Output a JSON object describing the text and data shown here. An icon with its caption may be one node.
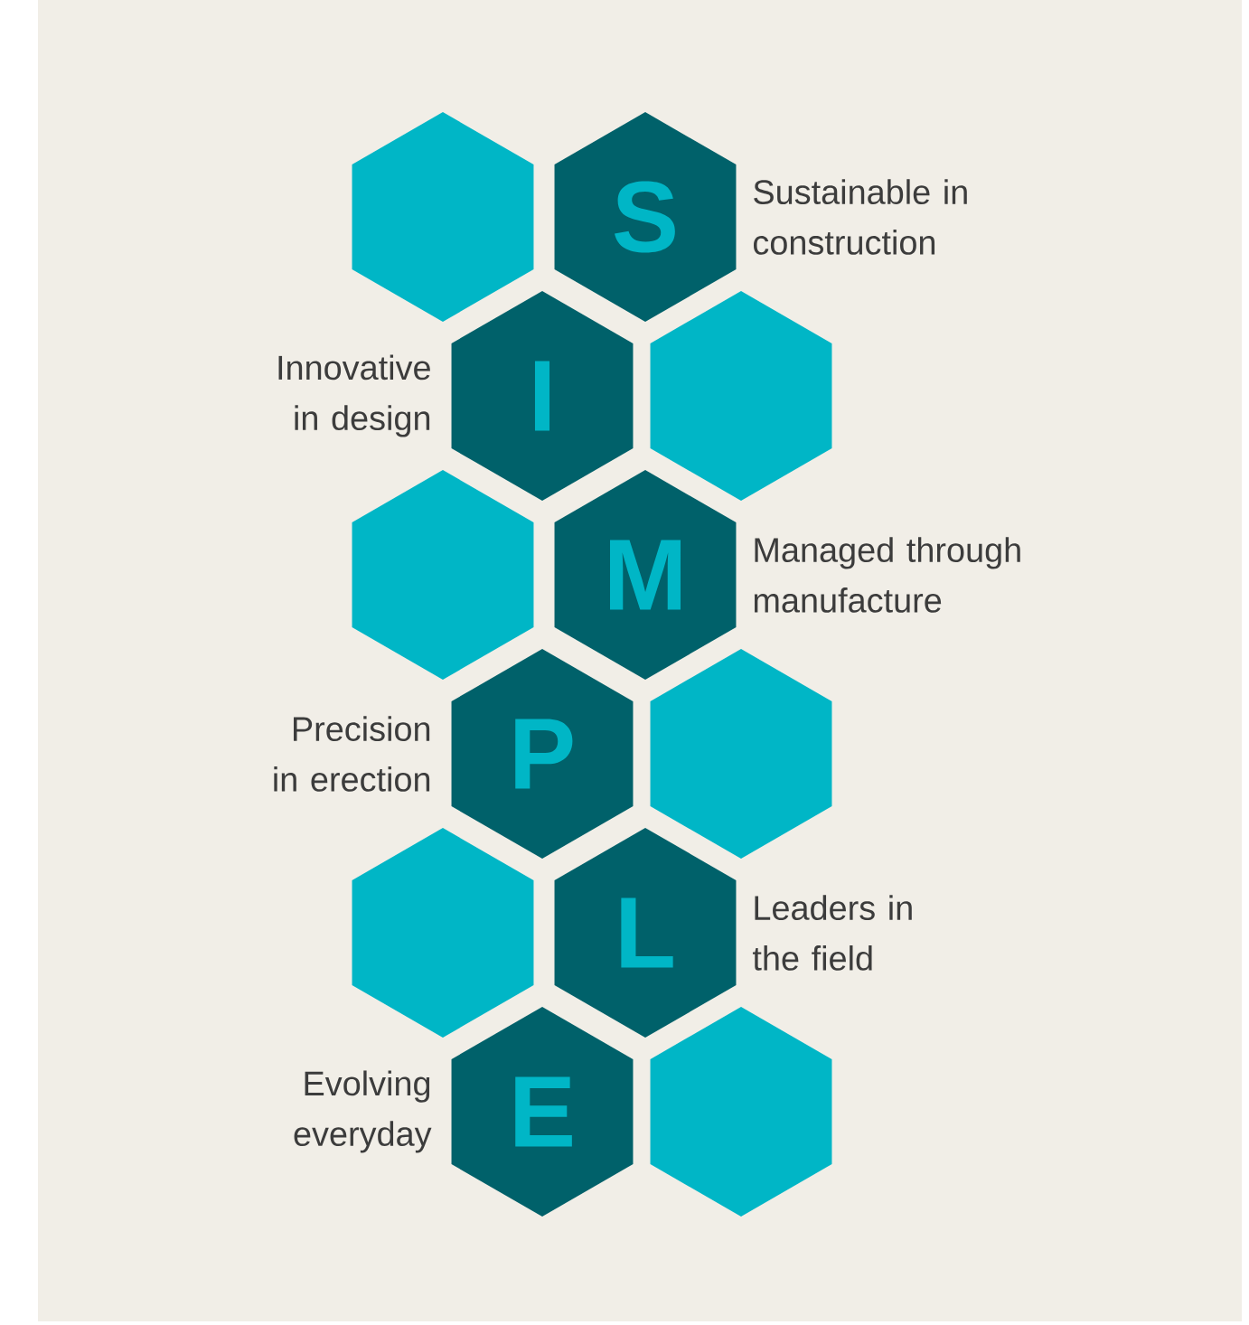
{
  "diagram": {
    "nodes": [
      {
        "text": [],
        "shape": "hexagon"
      },
      {
        "text": [
          "S"
        ],
        "beside": [
          "Sustainable in construction"
        ]
      },
      {
        "text": [
          "I"
        ],
        "beside": [
          "Innovative in design"
        ]
      },
      {
        "text": [],
        "shape": "hexagon"
      },
      {
        "text": [],
        "shape": "hexagon"
      },
      {
        "text": [
          "M"
        ],
        "beside": [
          "Managed through manufacture"
        ]
      },
      {
        "text": [
          "P"
        ],
        "beside": [
          "Precision in erection"
        ]
      },
      {
        "text": [],
        "shape": "hexagon"
      },
      {
        "text": [],
        "shape": "hexagon"
      },
      {
        "text": [
          "L"
        ],
        "beside": [
          "Leaders in the field"
        ]
      },
      {
        "text": [
          "E"
        ],
        "beside": [
          "Evolving everyday"
        ]
      },
      {
        "text": [],
        "shape": "hexagon"
      }
    ]
  }
}
